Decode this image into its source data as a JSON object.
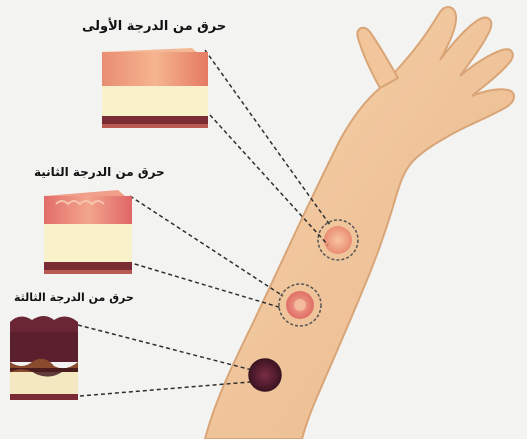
{
  "diagram": {
    "burns": [
      {
        "id": "first",
        "label": "حرق من الدرجة الأولى"
      },
      {
        "id": "second",
        "label": "حرق من الدرجة الثانية"
      },
      {
        "id": "third",
        "label": "حرق من الدرجة الثالثة"
      }
    ]
  },
  "colors": {
    "skin": "#f0c59a",
    "skin_outline": "#d9a577",
    "fat_layer": "#f7f0c8",
    "tissue_base": "#7a2b33",
    "first_degree_top": "#f0a786",
    "second_degree_top": "#ec8a7e",
    "third_degree_top": "#5b1f2e",
    "leader_line": "#2f2f2f"
  }
}
